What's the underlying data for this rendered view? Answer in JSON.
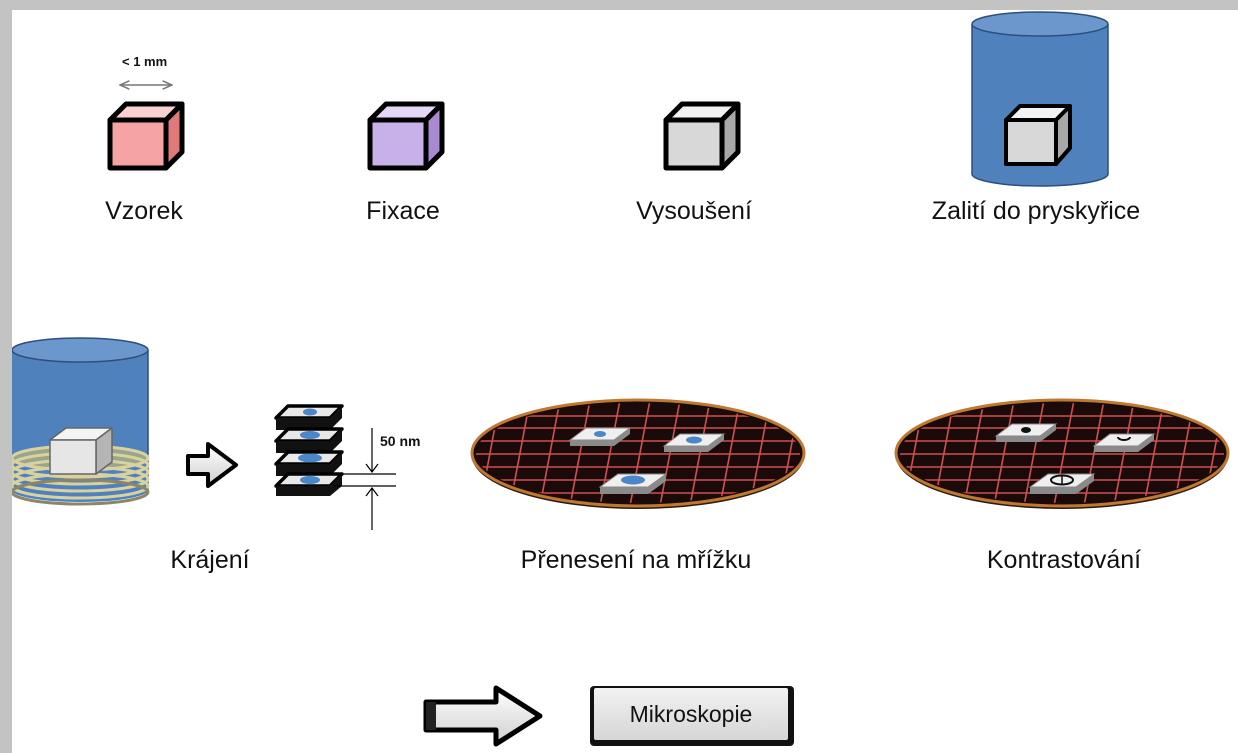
{
  "steps": {
    "vzorek": "Vzorek",
    "fixace": "Fixace",
    "vysouseni": "Vysoušení",
    "zaliti": "Zalití do pryskyřice",
    "krajeni": "Krájení",
    "preneseni": "Přenesení na mřížku",
    "kontrastovani": "Kontrastování"
  },
  "annotations": {
    "size": "< 1 mm",
    "thickness": "50 nm"
  },
  "button": {
    "label": "Mikroskopie"
  },
  "colors": {
    "sample": "#f5a3a3",
    "fixed": "#c8b0e8",
    "dried": "#d8d8d8",
    "resin": "#4f81bd",
    "grid_bg": "#1a0a0a",
    "grid_lines": "#d05050",
    "grid_rim": "#c07830",
    "spot": "#4a86c8"
  }
}
